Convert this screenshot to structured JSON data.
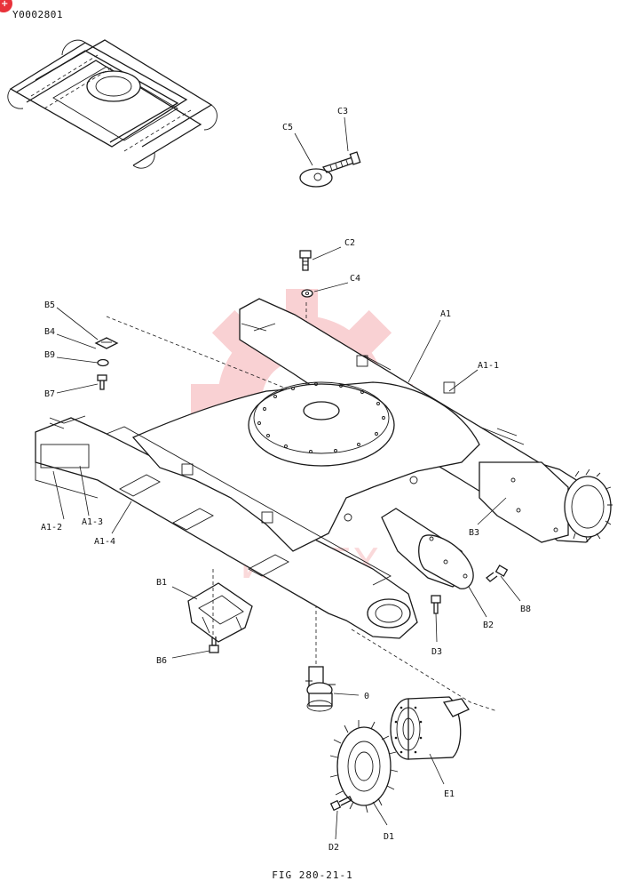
{
  "header": {
    "doc_id": "Y0002801",
    "corner_mark": "+"
  },
  "watermark": {
    "text": "ИНТЕХ",
    "color": "#e8323a"
  },
  "caption": "FIG 280-21-1",
  "callouts": {
    "c5": "C5",
    "c3": "C3",
    "c2": "C2",
    "c4": "C4",
    "b5": "B5",
    "b4": "B4",
    "b9": "B9",
    "b7": "B7",
    "a1": "A1",
    "a1_1": "A1-1",
    "a1_2": "A1-2",
    "a1_3": "A1-3",
    "a1_4": "A1-4",
    "b3": "B3",
    "b1": "B1",
    "b6": "B6",
    "b8": "B8",
    "b2": "B2",
    "d3": "D3",
    "o": "0",
    "e1": "E1",
    "d1": "D1",
    "d2": "D2"
  }
}
